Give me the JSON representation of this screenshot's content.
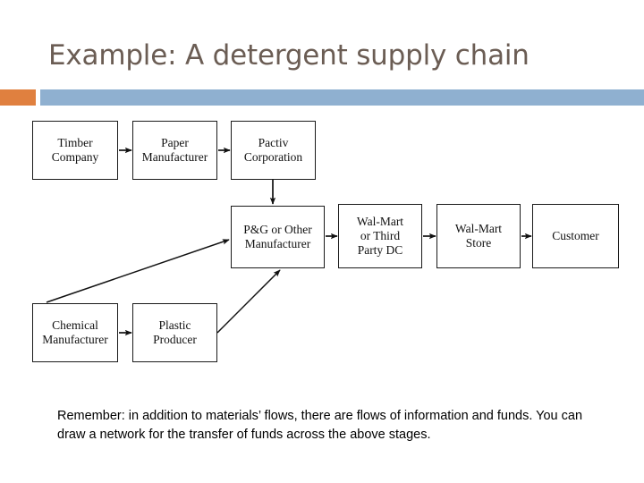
{
  "slide": {
    "title": "Example: A detergent supply chain",
    "title_color": "#6b5d54",
    "accent_orange": "#e0803f",
    "accent_blue": "#8fb0d0",
    "caption": "Remember: in addition to materials’ flows, there are flows of information and funds. You can draw a network for the transfer of funds across the above stages."
  },
  "diagram": {
    "type": "flowchart",
    "nodes": [
      {
        "id": "timber",
        "label": "Timber\nCompany",
        "line1": "Timber",
        "line2": "Company",
        "line3": "",
        "row": 1
      },
      {
        "id": "paper",
        "label": "Paper\nManufacturer",
        "line1": "Paper",
        "line2": "Manufacturer",
        "line3": "",
        "row": 1
      },
      {
        "id": "pactiv",
        "label": "Pactiv\nCorporation",
        "line1": "Pactiv",
        "line2": "Corporation",
        "line3": "",
        "row": 1
      },
      {
        "id": "png",
        "label": "P&G or Other\nManufacturer",
        "line1": "P&G or Other",
        "line2": "Manufacturer",
        "line3": "",
        "row": 2
      },
      {
        "id": "dc",
        "label": "Wal-Mart\nor Third\nParty DC",
        "line1": "Wal-Mart",
        "line2": "or Third",
        "line3": "Party DC",
        "row": 2
      },
      {
        "id": "store",
        "label": "Wal-Mart\nStore",
        "line1": "Wal-Mart",
        "line2": "Store",
        "line3": "",
        "row": 2
      },
      {
        "id": "customer",
        "label": "Customer",
        "line1": "Customer",
        "line2": "",
        "line3": "",
        "row": 2
      },
      {
        "id": "chemical",
        "label": "Chemical\nManufacturer",
        "line1": "Chemical",
        "line2": "Manufacturer",
        "line3": "",
        "row": 3
      },
      {
        "id": "plastic",
        "label": "Plastic\nProducer",
        "line1": "Plastic",
        "line2": "Producer",
        "line3": "",
        "row": 3
      }
    ],
    "edges": [
      {
        "from": "timber",
        "to": "paper",
        "style": "horizontal"
      },
      {
        "from": "paper",
        "to": "pactiv",
        "style": "horizontal"
      },
      {
        "from": "pactiv",
        "to": "png",
        "style": "vertical"
      },
      {
        "from": "chemical",
        "to": "plastic",
        "style": "horizontal"
      },
      {
        "from": "chemical",
        "to": "png",
        "style": "diagonal"
      },
      {
        "from": "plastic",
        "to": "png",
        "style": "diagonal"
      },
      {
        "from": "png",
        "to": "dc",
        "style": "horizontal"
      },
      {
        "from": "dc",
        "to": "store",
        "style": "horizontal"
      },
      {
        "from": "store",
        "to": "customer",
        "style": "horizontal"
      }
    ]
  }
}
